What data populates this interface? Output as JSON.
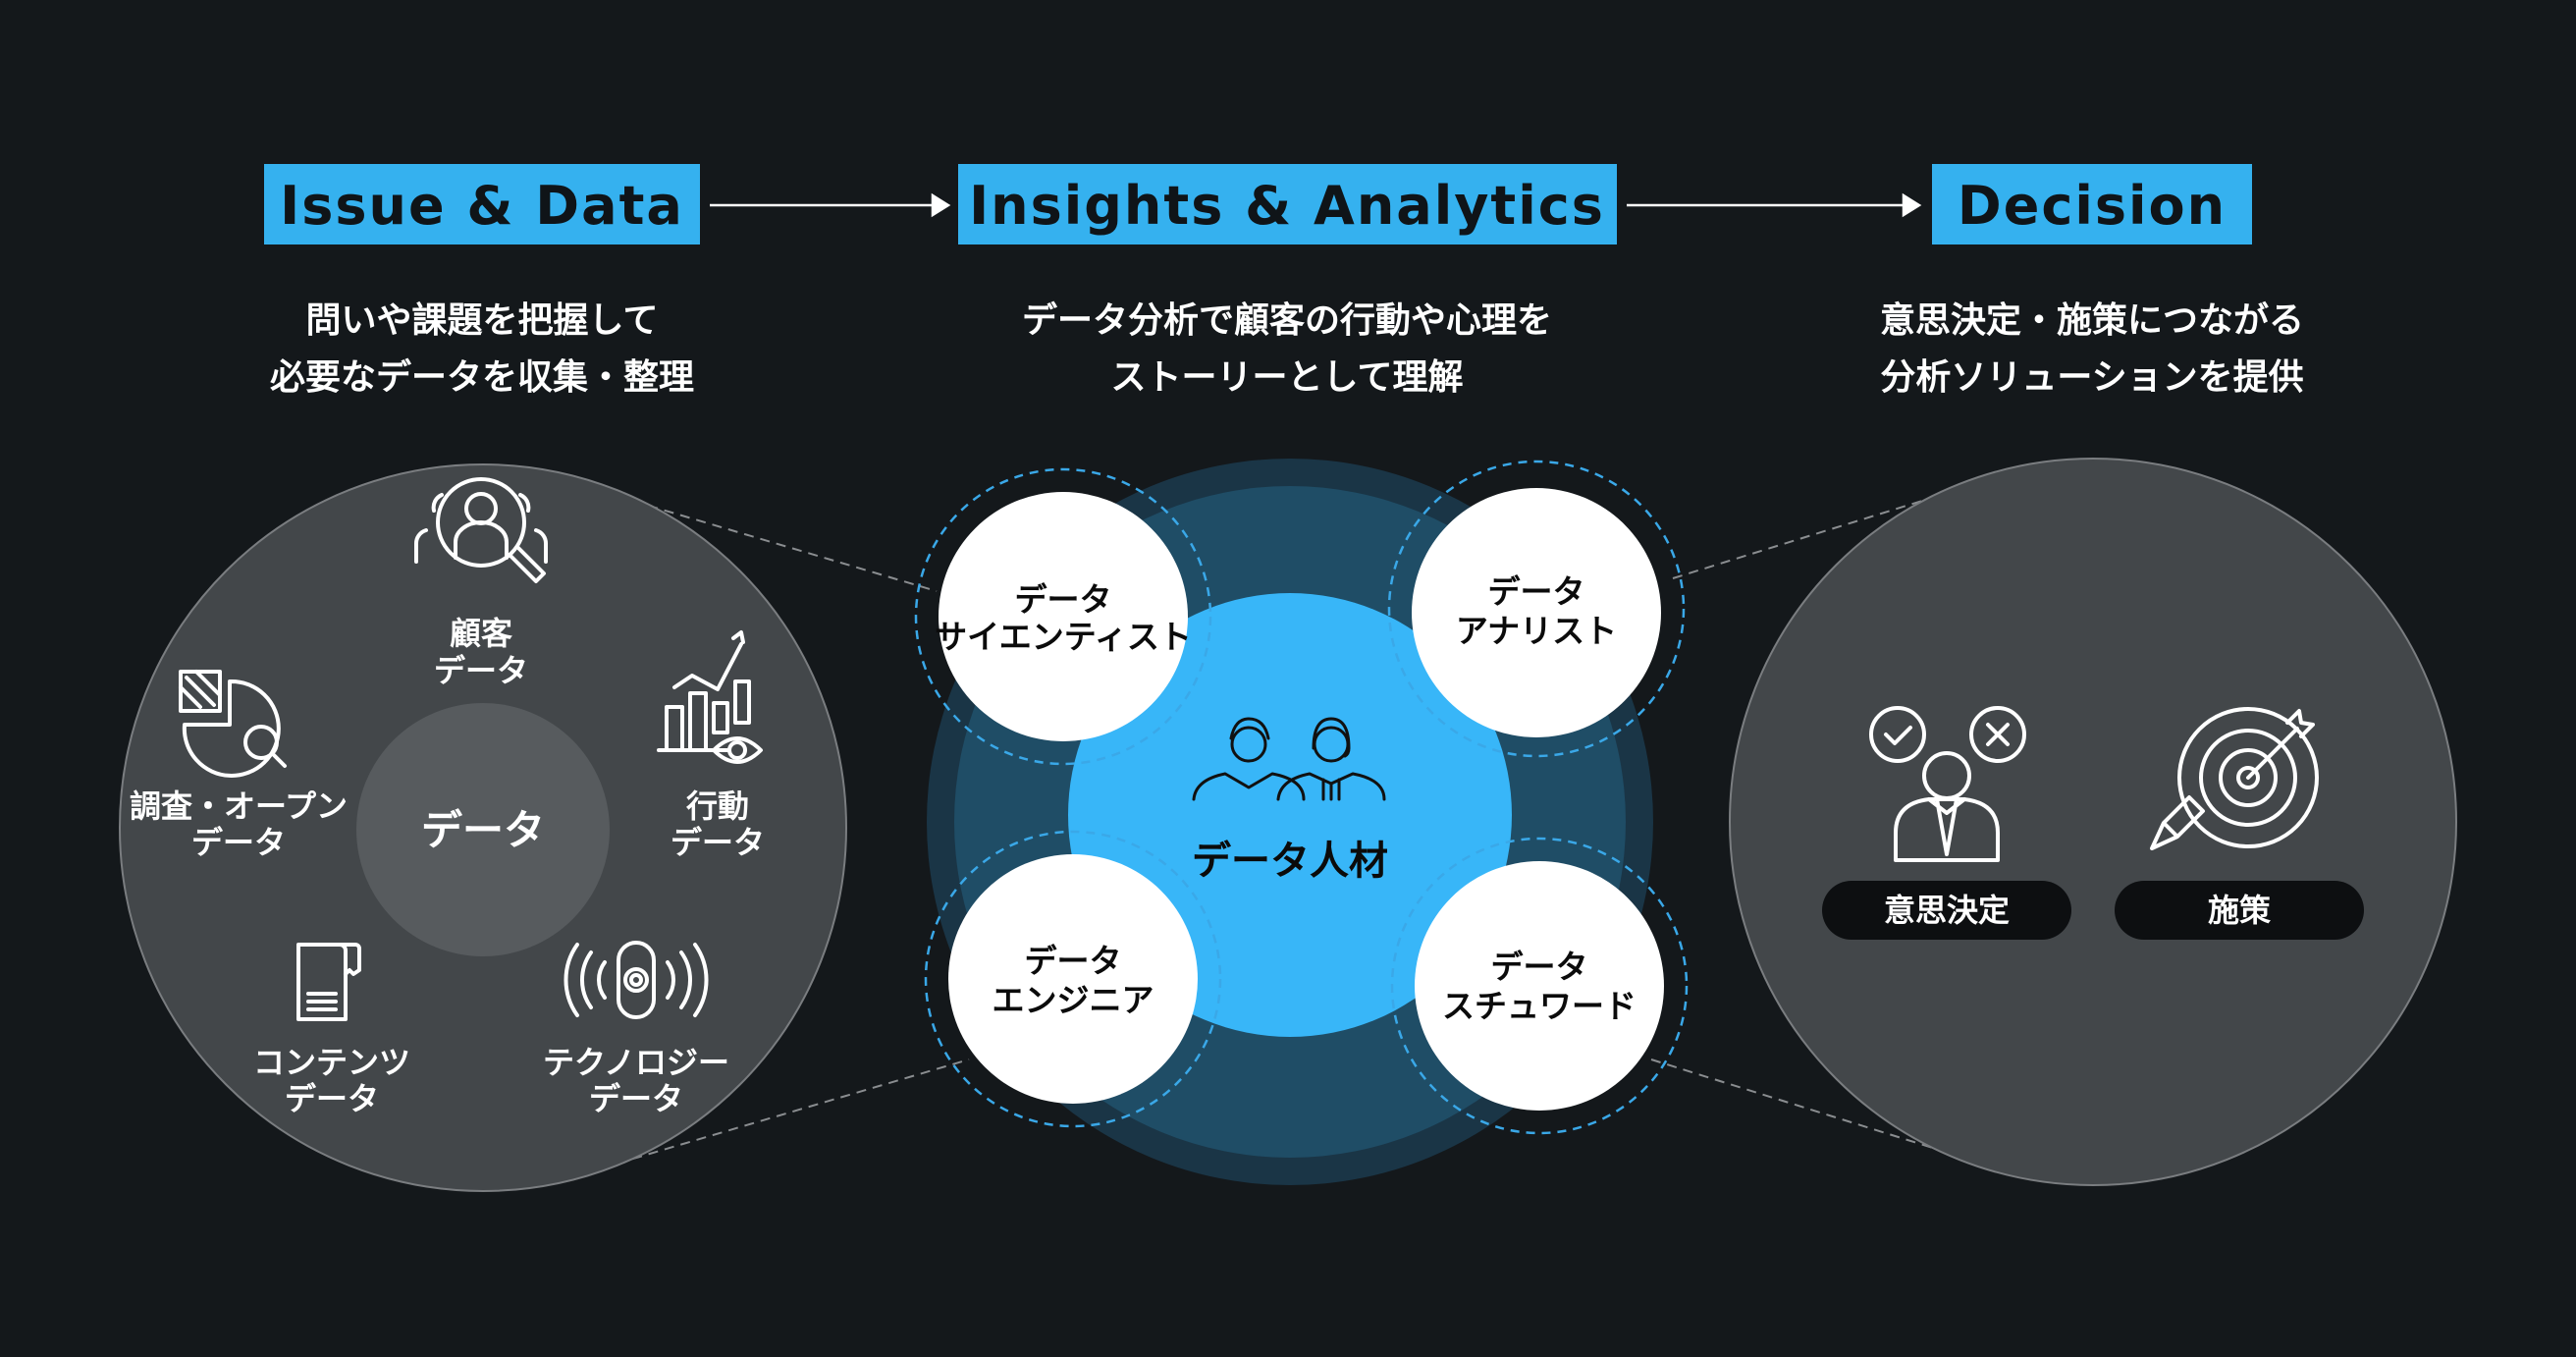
{
  "header": {
    "steps": [
      {
        "title": "Issue & Data",
        "desc": [
          "問いや課題を把握して",
          "必要なデータを収集・整理"
        ]
      },
      {
        "title": "Insights & Analytics",
        "desc": [
          "データ分析で顧客の行動や心理を",
          "ストーリーとして理解"
        ]
      },
      {
        "title": "Decision",
        "desc": [
          "意思決定・施策につながる",
          "分析ソリューションを提供"
        ]
      }
    ]
  },
  "data_circle": {
    "center": "データ",
    "items": [
      {
        "icon": "customer-search-icon",
        "lines": [
          "顧客",
          "データ"
        ]
      },
      {
        "icon": "pie-chart-search-icon",
        "lines": [
          "調査・オープン",
          "データ"
        ]
      },
      {
        "icon": "bar-chart-eye-icon",
        "lines": [
          "行動",
          "データ"
        ]
      },
      {
        "icon": "document-icon",
        "lines": [
          "コンテンツ",
          "データ"
        ]
      },
      {
        "icon": "sensor-signal-icon",
        "lines": [
          "テクノロジー",
          "データ"
        ]
      }
    ]
  },
  "talent_circle": {
    "center": "データ人材",
    "roles": [
      {
        "lines": [
          "データ",
          "サイエンティスト"
        ]
      },
      {
        "lines": [
          "データ",
          "アナリスト"
        ]
      },
      {
        "lines": [
          "データ",
          "エンジニア"
        ]
      },
      {
        "lines": [
          "データ",
          "スチュワード"
        ]
      }
    ]
  },
  "decision_circle": {
    "items": [
      {
        "icon": "decision-person-icon",
        "label": "意思決定"
      },
      {
        "icon": "target-icon",
        "label": "施策"
      }
    ]
  },
  "colors": {
    "accent": "#35b1ef",
    "background": "#14181b",
    "panel": "#43474a"
  }
}
